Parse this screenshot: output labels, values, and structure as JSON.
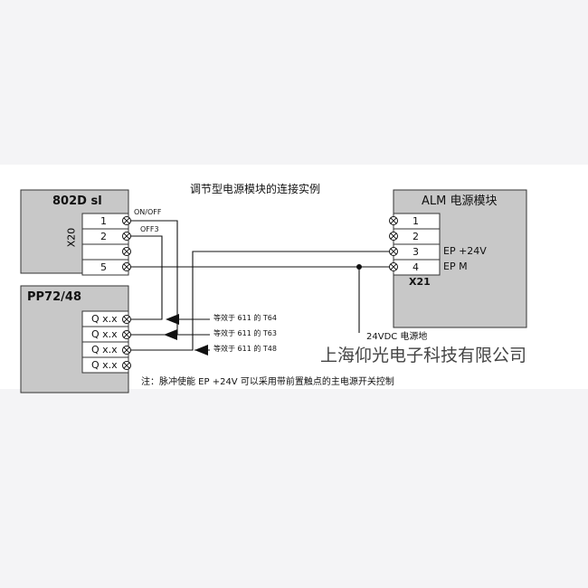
{
  "title": "调节型电源模块的连接实例",
  "left_module": {
    "name": "802D sl",
    "connector": "X20",
    "terminals": [
      "1",
      "2",
      "5"
    ],
    "signals": [
      "ON/OFF",
      "OFF3"
    ]
  },
  "pp_module": {
    "name": "PP72/48",
    "outputs": [
      "Q x.x",
      "Q x.x",
      "Q x.x",
      "Q x.x"
    ]
  },
  "alm_module": {
    "name": "ALM 电源模块",
    "connector": "X21",
    "terminals": [
      "1",
      "2",
      "3",
      "4"
    ],
    "signals": [
      "EP +24V",
      "EP M"
    ]
  },
  "equivalents": [
    "等效于 611 的 T64",
    "等效于 611 的 T63",
    "等效于 611 的 T48"
  ],
  "ground_label": "24VDC 电源地",
  "note": "注：脉冲使能 EP +24V 可以采用带前置触点的主电源开关控制",
  "watermark": "上海仰光电子科技有限公司"
}
